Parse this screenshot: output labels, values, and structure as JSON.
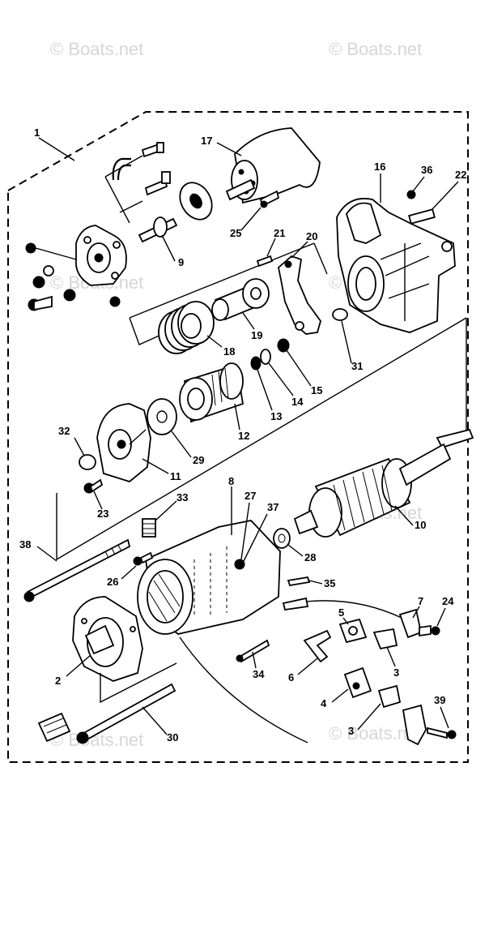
{
  "watermarks": [
    "© Boats.net",
    "© Boats.net",
    "© Boats.net",
    "© Boats.net",
    "© Boats.net",
    "© Boats.net",
    "© Boats.net"
  ],
  "labels": {
    "n1": "1",
    "n17": "17",
    "n16": "16",
    "n36a": "36",
    "n22": "22",
    "n25": "25",
    "n21": "21",
    "n20": "20",
    "n9": "9",
    "n19": "19",
    "n18": "18",
    "n31": "31",
    "n15": "15",
    "n14": "14",
    "n13": "13",
    "n12": "12",
    "n32": "32",
    "n29": "29",
    "n11": "11",
    "n23": "23",
    "n33": "33",
    "n8": "8",
    "n27": "27",
    "n37": "37",
    "n10": "10",
    "n38": "38",
    "n26": "26",
    "n28": "28",
    "n35": "35",
    "n7": "7",
    "n24": "24",
    "n5": "5",
    "n6": "6",
    "n34": "34",
    "n3a": "3",
    "n2": "2",
    "n4": "4",
    "n3b": "3",
    "n30": "30",
    "n39": "39"
  }
}
